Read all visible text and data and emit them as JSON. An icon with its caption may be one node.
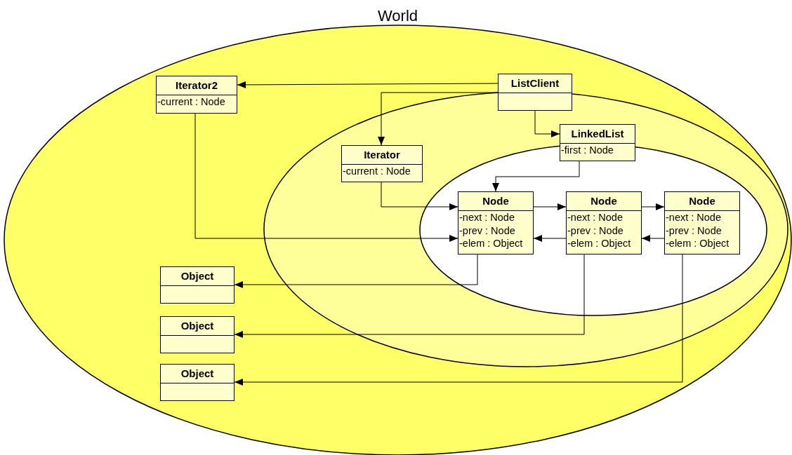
{
  "diagram": {
    "nodes": [
      {
        "text": [
          "World"
        ]
      },
      {
        "text": [
          "Iterator2",
          "-current : Node"
        ],
        "in": 0
      },
      {
        "text": [
          "ListClient"
        ],
        "in": 0
      },
      {
        "text": [],
        "shape": "ellipse",
        "in": 0
      },
      {
        "text": [
          "LinkedList",
          "-first : Node"
        ],
        "in": 3
      },
      {
        "text": [
          "Iterator",
          "-current : Node"
        ],
        "in": 3
      },
      {
        "text": [],
        "shape": "ellipse",
        "in": 3
      },
      {
        "text": [
          "Node",
          "-next : Node",
          "-prev : Node",
          "-elem : Object"
        ],
        "in": 6
      },
      {
        "text": [
          "Node",
          "-next : Node",
          "-prev : Node",
          "-elem : Object"
        ],
        "in": 6
      },
      {
        "text": [
          "Node",
          "-next : Node",
          "-prev : Node",
          "-elem : Object"
        ],
        "in": 6
      },
      {
        "text": [
          "Object"
        ],
        "in": 0
      },
      {
        "text": [
          "Object"
        ],
        "in": 0
      },
      {
        "text": [
          "Object"
        ],
        "in": 0
      }
    ],
    "edges": [
      {
        "from": 2,
        "to": 1,
        "arrow": "to"
      },
      {
        "from": 2,
        "to": 5,
        "arrow": "to"
      },
      {
        "from": 2,
        "to": 4,
        "arrow": "to"
      },
      {
        "from": 4,
        "to": 7,
        "arrow": "to"
      },
      {
        "from": 5,
        "to": 7,
        "arrow": "to"
      },
      {
        "from": 1,
        "to": 7,
        "arrow": "to"
      },
      {
        "from": 7,
        "to": 8,
        "arrow": "to"
      },
      {
        "from": 8,
        "to": 9,
        "arrow": "to"
      },
      {
        "from": 9,
        "to": 8,
        "arrow": "to"
      },
      {
        "from": 8,
        "to": 7,
        "arrow": "to"
      },
      {
        "from": 7,
        "to": 10,
        "arrow": "to"
      },
      {
        "from": 8,
        "to": 11,
        "arrow": "to"
      },
      {
        "from": 9,
        "to": 12,
        "arrow": "to"
      }
    ]
  }
}
